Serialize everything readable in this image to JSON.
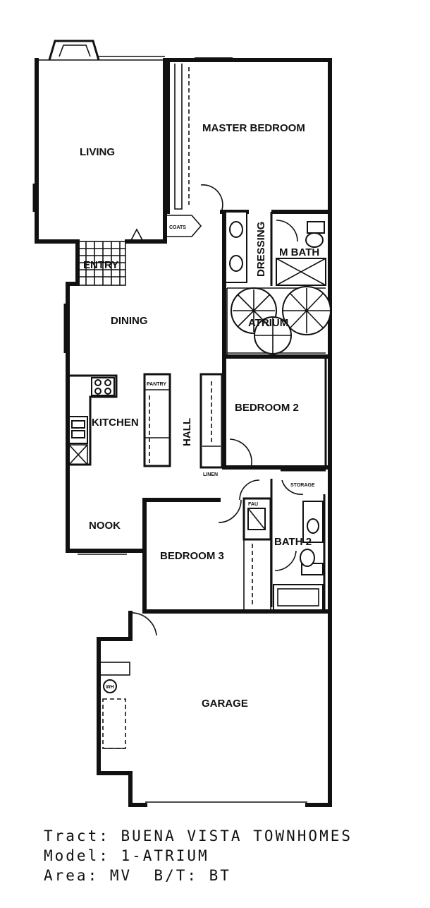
{
  "rooms": {
    "living": "LIVING",
    "master_bedroom": "MASTER BEDROOM",
    "dressing": "DRESSING",
    "m_bath": "M BATH",
    "atrium": "ATRIUM",
    "entry": "ENTRY",
    "dining": "DINING",
    "kitchen": "KITCHEN",
    "hall": "HALL",
    "bedroom_2": "BEDROOM 2",
    "nook": "NOOK",
    "bedroom_3": "BEDROOM 3",
    "bath_2": "BATH 2",
    "garage": "GARAGE"
  },
  "small_labels": {
    "coats": "COATS",
    "pantry": "PANTRY",
    "linen": "LINEN",
    "storage": "STORAGE",
    "fau": "FAU",
    "wh": "WH"
  },
  "info": {
    "tract": "Tract: BUENA VISTA TOWNHOMES",
    "model": "Model: 1-ATRIUM",
    "area": "Area: MV  B/T: BT"
  }
}
